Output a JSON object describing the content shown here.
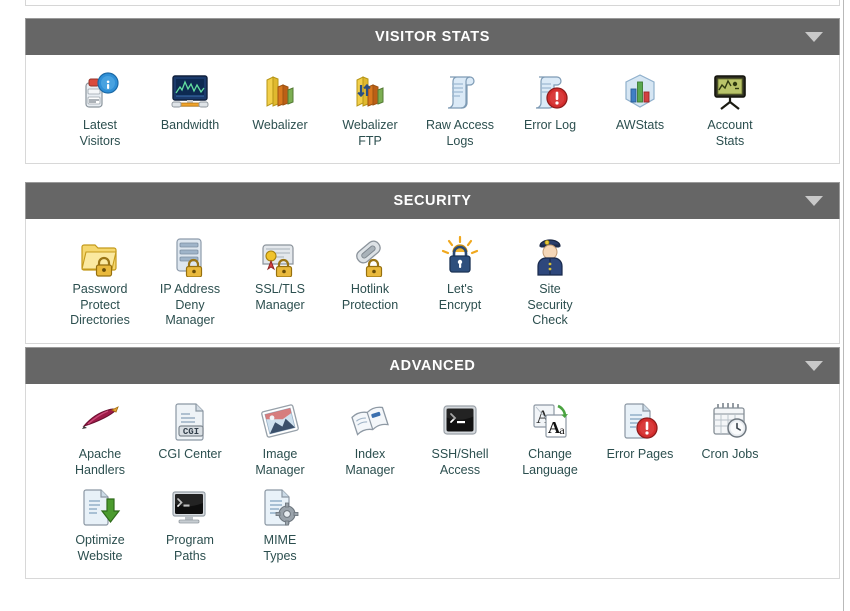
{
  "page": {
    "background_color": "#ffffff",
    "label_color": "#2c4f4f",
    "header_bg_color": "#666666",
    "header_text_color": "#ffffff",
    "chevron_color": "#c9c9c9"
  },
  "sections": [
    {
      "title": "VISITOR STATS",
      "collapse_icon": "chevron-down-icon",
      "items": [
        {
          "label_line1": "Latest",
          "label_line2": "Visitors",
          "icon": "latest-visitors-icon"
        },
        {
          "label_line1": "Bandwidth",
          "label_line2": "",
          "icon": "bandwidth-icon"
        },
        {
          "label_line1": "Webalizer",
          "label_line2": "",
          "icon": "webalizer-icon"
        },
        {
          "label_line1": "Webalizer",
          "label_line2": "FTP",
          "icon": "webalizer-ftp-icon"
        },
        {
          "label_line1": "Raw Access",
          "label_line2": "Logs",
          "icon": "raw-access-logs-icon"
        },
        {
          "label_line1": "Error Log",
          "label_line2": "",
          "icon": "error-log-icon"
        },
        {
          "label_line1": "AWStats",
          "label_line2": "",
          "icon": "awstats-icon"
        },
        {
          "label_line1": "Account",
          "label_line2": "Stats",
          "icon": "account-stats-icon"
        }
      ]
    },
    {
      "title": "SECURITY",
      "collapse_icon": "chevron-down-icon",
      "items": [
        {
          "label_line1": "Password",
          "label_line2": "Protect",
          "label_line3": "Directories",
          "icon": "password-protect-directories-icon"
        },
        {
          "label_line1": "IP Address",
          "label_line2": "Deny",
          "label_line3": "Manager",
          "icon": "ip-address-deny-manager-icon"
        },
        {
          "label_line1": "SSL/TLS",
          "label_line2": "Manager",
          "label_line3": "",
          "icon": "ssl-tls-manager-icon"
        },
        {
          "label_line1": "Hotlink",
          "label_line2": "Protection",
          "label_line3": "",
          "icon": "hotlink-protection-icon"
        },
        {
          "label_line1": "Let's",
          "label_line2": "Encrypt",
          "label_line3": "",
          "icon": "lets-encrypt-icon"
        },
        {
          "label_line1": "Site",
          "label_line2": "Security",
          "label_line3": "Check",
          "icon": "site-security-check-icon"
        }
      ]
    },
    {
      "title": "ADVANCED",
      "collapse_icon": "chevron-down-icon",
      "items": [
        {
          "label_line1": "Apache",
          "label_line2": "Handlers",
          "icon": "apache-handlers-icon"
        },
        {
          "label_line1": "CGI Center",
          "label_line2": "",
          "icon": "cgi-center-icon"
        },
        {
          "label_line1": "Image",
          "label_line2": "Manager",
          "icon": "image-manager-icon"
        },
        {
          "label_line1": "Index",
          "label_line2": "Manager",
          "icon": "index-manager-icon"
        },
        {
          "label_line1": "SSH/Shell",
          "label_line2": "Access",
          "icon": "ssh-shell-access-icon"
        },
        {
          "label_line1": "Change",
          "label_line2": "Language",
          "icon": "change-language-icon"
        },
        {
          "label_line1": "Error Pages",
          "label_line2": "",
          "icon": "error-pages-icon"
        },
        {
          "label_line1": "Cron Jobs",
          "label_line2": "",
          "icon": "cron-jobs-icon"
        },
        {
          "label_line1": "Optimize",
          "label_line2": "Website",
          "icon": "optimize-website-icon"
        },
        {
          "label_line1": "Program",
          "label_line2": "Paths",
          "icon": "program-paths-icon"
        },
        {
          "label_line1": "MIME",
          "label_line2": "Types",
          "icon": "mime-types-icon"
        }
      ]
    }
  ]
}
